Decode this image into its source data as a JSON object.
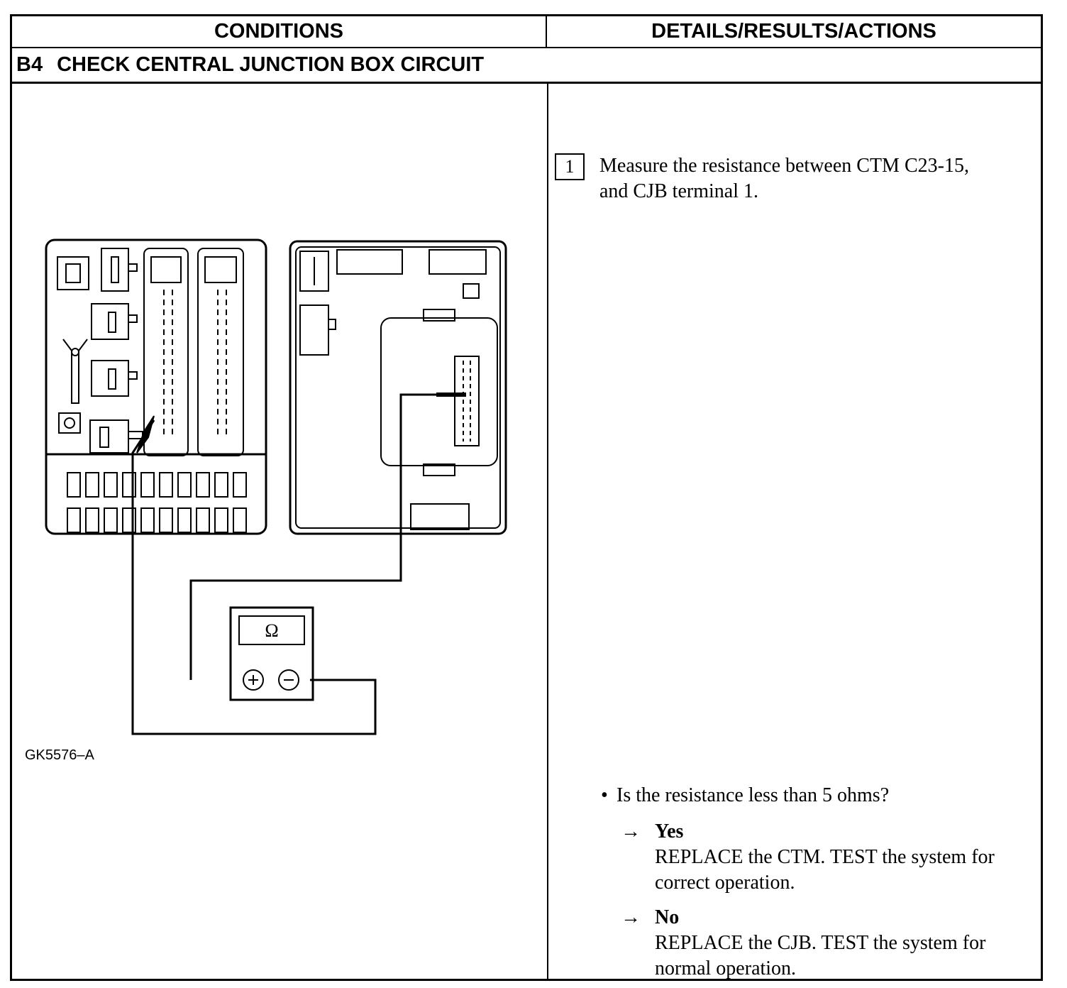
{
  "header": {
    "conditions": "CONDITIONS",
    "details": "DETAILS/RESULTS/ACTIONS"
  },
  "step": {
    "number": "B4",
    "title": "CHECK CENTRAL JUNCTION BOX CIRCUIT"
  },
  "diagram": {
    "meter_symbol": "Ω",
    "figure_id": "GK5576–A"
  },
  "details": {
    "substep_number": "1",
    "instruction_line1": "Measure the resistance between CTM C23-15,",
    "instruction_line2": "and CJB terminal 1.",
    "question": "Is the resistance less than 5 ohms?",
    "answers": [
      {
        "arrow": "→",
        "label": "Yes",
        "line1": "REPLACE the CTM. TEST the system for",
        "line2": "correct operation."
      },
      {
        "arrow": "→",
        "label": "No",
        "line1": "REPLACE the CJB. TEST the system for",
        "line2": "normal operation."
      }
    ]
  }
}
